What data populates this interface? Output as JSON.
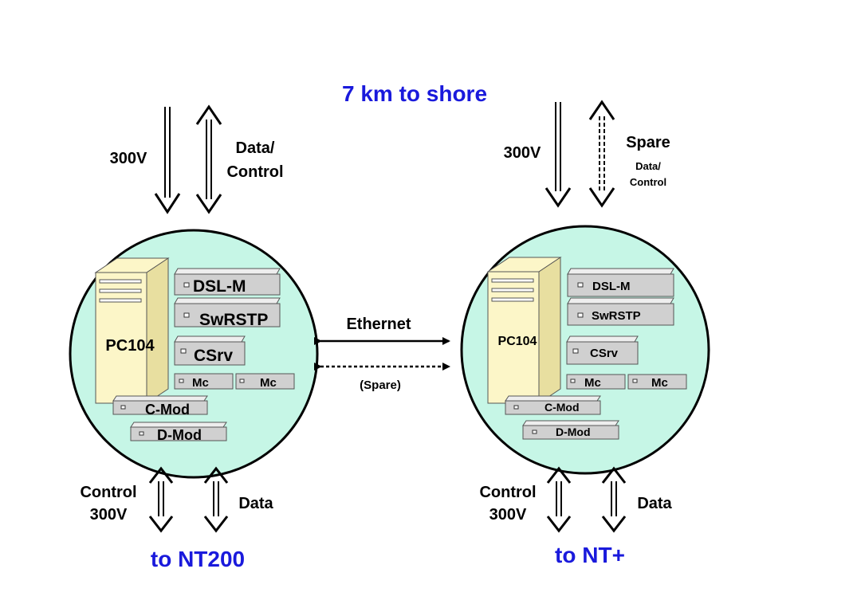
{
  "title": "7 km to shore",
  "colors": {
    "title": "#1a1adc",
    "node_fill": "#c6f6e6",
    "pc_fill": "#fcf6c8",
    "module_fill": "#d0d0d0"
  },
  "left_node": {
    "top_power": "300V",
    "top_data_line1": "Data/",
    "top_data_line2": "Control",
    "pc_label": "PC104",
    "modules": {
      "dslm": "DSL-M",
      "swrstp": "SwRSTP",
      "csrv": "CSrv",
      "mc1": "Mc",
      "mc2": "Mc",
      "cmod": "C-Mod",
      "dmod": "D-Mod"
    },
    "bottom_ctrl_line1": "Control",
    "bottom_ctrl_line2": "300V",
    "bottom_data": "Data",
    "destination": "to NT200"
  },
  "right_node": {
    "top_power": "300V",
    "top_spare": "Spare",
    "top_data_line1": "Data/",
    "top_data_line2": "Control",
    "pc_label": "PC104",
    "modules": {
      "dslm": "DSL-M",
      "swrstp": "SwRSTP",
      "csrv": "CSrv",
      "mc1": "Mc",
      "mc2": "Mc",
      "cmod": "C-Mod",
      "dmod": "D-Mod"
    },
    "bottom_ctrl_line1": "Control",
    "bottom_ctrl_line2": "300V",
    "bottom_data": "Data",
    "destination": "to NT+"
  },
  "link": {
    "ethernet": "Ethernet",
    "spare": "(Spare)"
  }
}
